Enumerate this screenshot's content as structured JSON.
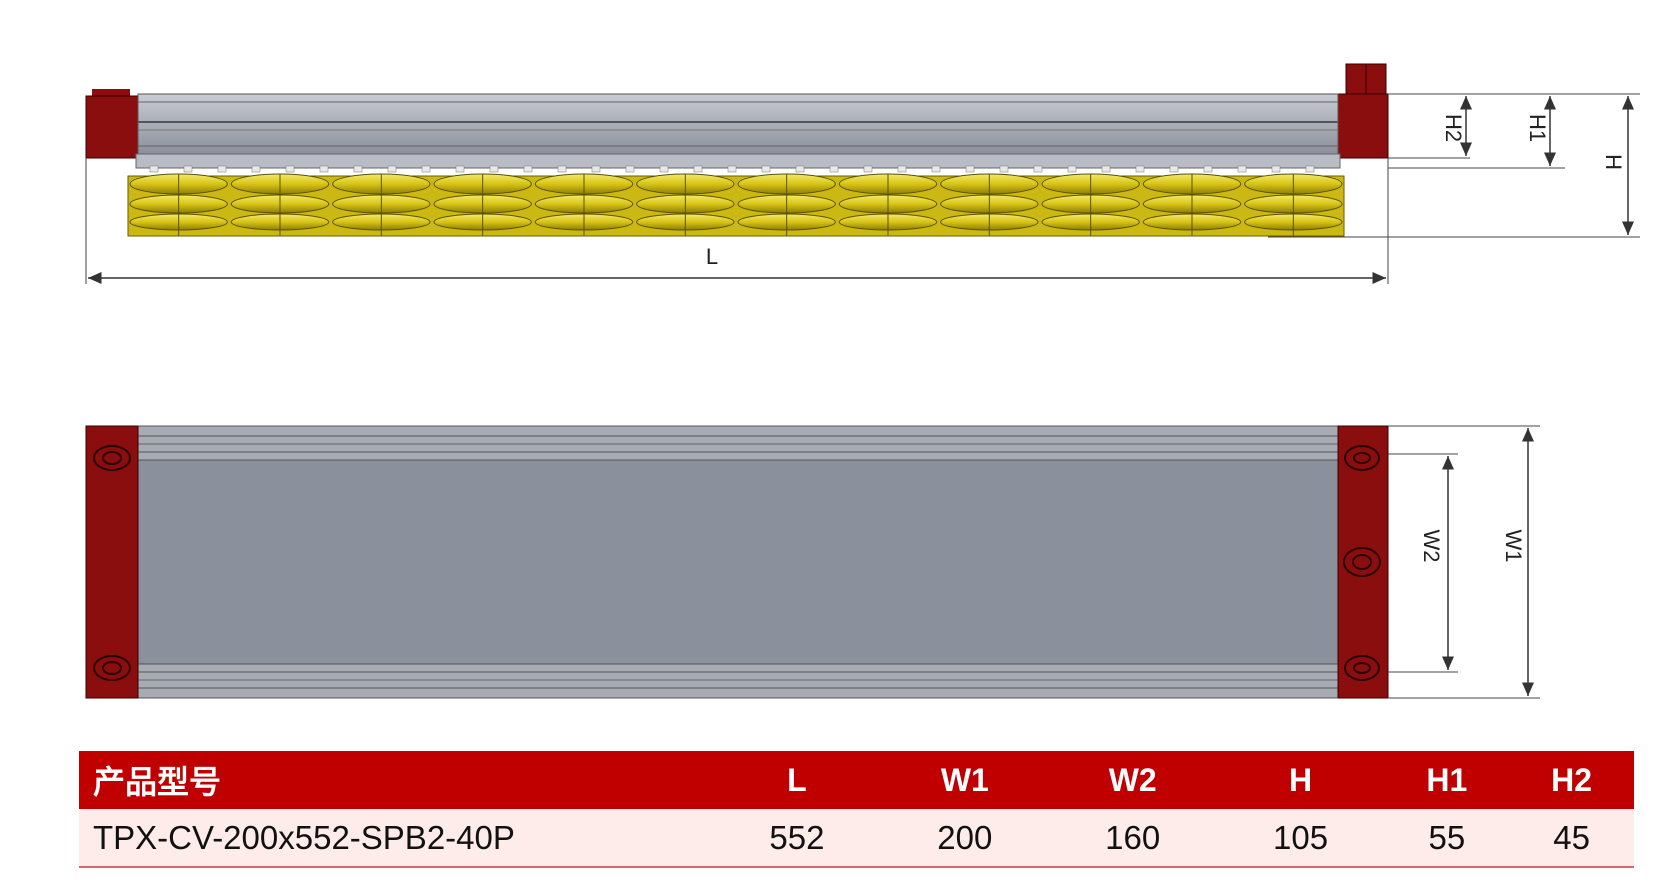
{
  "colors": {
    "frame_red": "#8b0e0e",
    "body_grey": "#8a909c",
    "cup_yellow": "#e2d21a",
    "table_header": "#c00000",
    "table_row": "#fdecea"
  },
  "drawing": {
    "side_view_labels": {
      "length": "L",
      "height": "H",
      "h1": "H1",
      "h2": "H2"
    },
    "top_view_labels": {
      "w1": "W1",
      "w2": "W2"
    }
  },
  "table": {
    "headers": [
      "产品型号",
      "L",
      "W1",
      "W2",
      "H",
      "H1",
      "H2"
    ],
    "rows": [
      [
        "TPX-CV-200x552-SPB2-40P",
        "552",
        "200",
        "160",
        "105",
        "55",
        "45"
      ]
    ]
  }
}
